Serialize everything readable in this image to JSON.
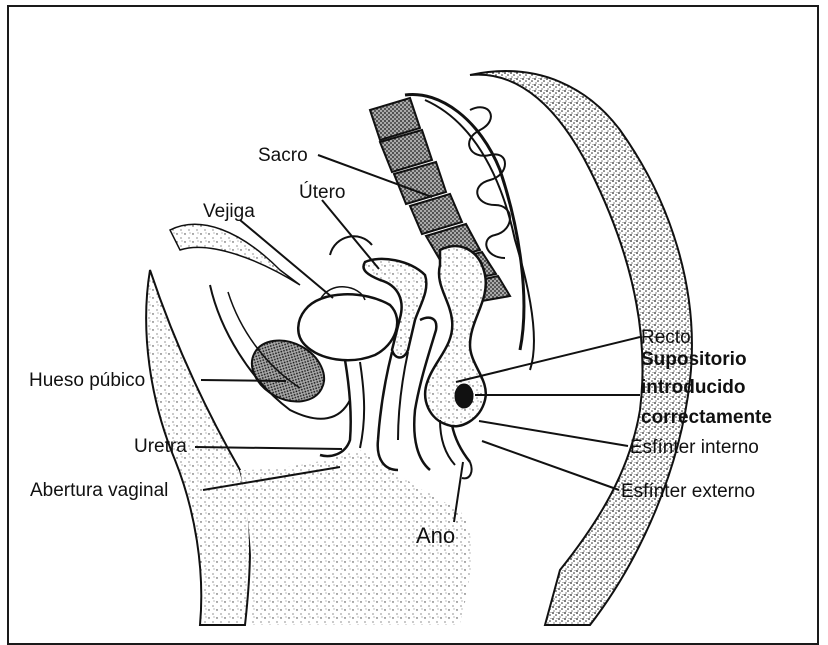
{
  "diagram": {
    "labels": {
      "sacro": "Sacro",
      "utero": "Útero",
      "vejiga": "Vejiga",
      "hueso_pubico": "Hueso púbico",
      "uretra": "Uretra",
      "abertura_vaginal": "Abertura vaginal",
      "ano": "Ano",
      "recto": "Recto",
      "supositorio_line1": "Supositorio",
      "supositorio_line2": "introducido",
      "supositorio_line3": "correctamente",
      "esfinter_interno": "Esfínter interno",
      "esfinter_externo": "Esfínter externo"
    }
  }
}
